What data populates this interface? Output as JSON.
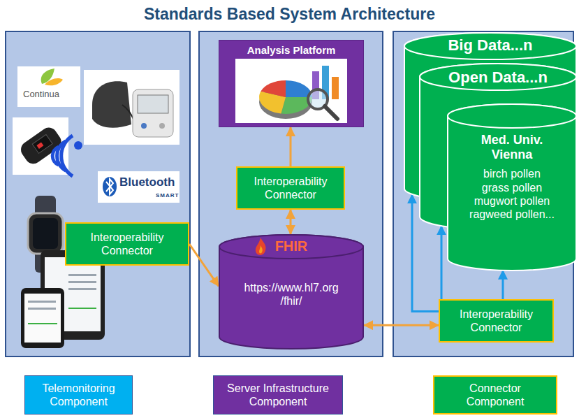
{
  "diagram": {
    "title": "Standards Based System Architecture",
    "nodes": [
      {
        "text": [
          "Analysis Platform"
        ]
      },
      {
        "text": [
          "Big Data...n"
        ]
      },
      {
        "text": [
          "Open Data...n"
        ]
      },
      {
        "text": [
          "Med. Univ. Vienna",
          "birch pollen grass pollen mugwort pollen ragweed pollen..."
        ]
      },
      {
        "text": [
          "Interoperability Connector"
        ]
      },
      {
        "text": [
          "Interoperability Connector"
        ]
      },
      {
        "text": [
          "FHIR",
          "https://www.hl7.org /fhir/"
        ]
      },
      {
        "text": [
          "Interoperability Connector"
        ]
      }
    ],
    "edges": [
      {
        "from": 4,
        "to": 6,
        "arrow": "to"
      },
      {
        "from": 5,
        "to": 0,
        "arrow": "to"
      },
      {
        "from": 5,
        "to": 6,
        "arrow": "both"
      },
      {
        "from": 6,
        "to": 7,
        "arrow": "both"
      },
      {
        "from": 7,
        "to": 1,
        "arrow": "to"
      },
      {
        "from": 7,
        "to": 2,
        "arrow": "to"
      },
      {
        "from": 7,
        "to": 3,
        "arrow": "to"
      }
    ],
    "labels": [
      "Continua",
      "Bluetooth",
      "SMART"
    ],
    "legend": [
      {
        "text": "Telemonitoring Component",
        "color": "#00b0f0"
      },
      {
        "text": "Server Infrastructure Component",
        "color": "#7030a0"
      },
      {
        "text": "Connector Component",
        "color": "#00b050"
      }
    ]
  }
}
